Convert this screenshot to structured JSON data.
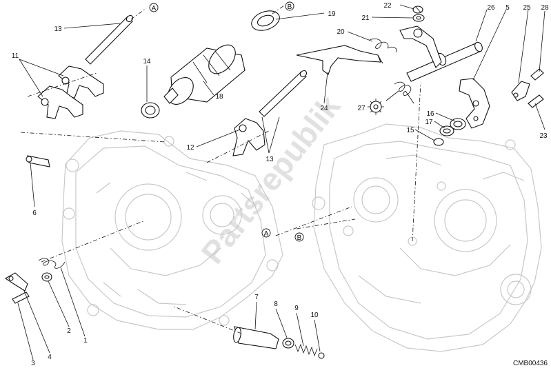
{
  "diagram": {
    "code": "CMB00436",
    "watermark": "Partsrepublik",
    "callouts": [
      "1",
      "2",
      "3",
      "4",
      "5",
      "6",
      "7",
      "8",
      "9",
      "10",
      "11",
      "12",
      "13",
      "13",
      "14",
      "15",
      "16",
      "17",
      "18",
      "19",
      "20",
      "21",
      "22",
      "23",
      "24",
      "25",
      "26",
      "27",
      "28"
    ],
    "markers": [
      "A",
      "B",
      "A",
      "B"
    ]
  }
}
